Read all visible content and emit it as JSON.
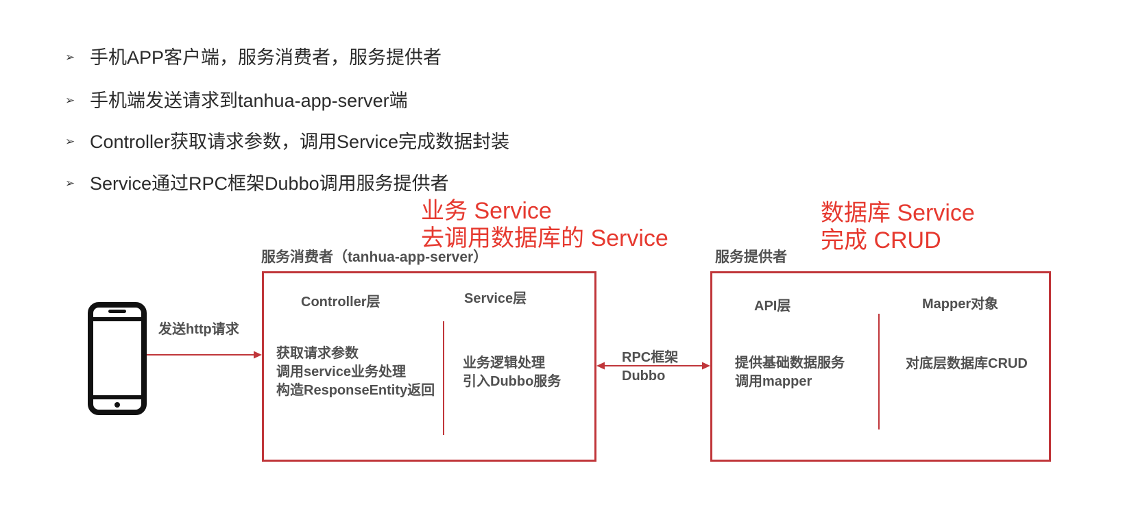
{
  "bullet_list": {
    "marker": "➢",
    "items": [
      "手机APP客户端，服务消费者，服务提供者",
      "手机端发送请求到tanhua-app-server端",
      "Controller获取请求参数，调用Service完成数据封装",
      "Service通过RPC框架Dubbo调用服务提供者"
    ]
  },
  "annotations": {
    "business_service": [
      "业务 Service",
      "去调用数据库的 Service"
    ],
    "database_service": [
      "数据库 Service",
      "完成 CRUD"
    ]
  },
  "client": {
    "icon": "mobile-phone-icon",
    "request_label": "发送http请求"
  },
  "consumer": {
    "title": "服务消费者（tanhua-app-server）",
    "controller_layer": {
      "heading": "Controller层",
      "lines": [
        "获取请求参数",
        "调用service业务处理",
        "构造ResponseEntity返回"
      ]
    },
    "service_layer": {
      "heading": "Service层",
      "lines": [
        "业务逻辑处理",
        "引入Dubbo服务"
      ]
    }
  },
  "rpc_link": {
    "lines": [
      "RPC框架",
      "Dubbo"
    ]
  },
  "provider": {
    "title": "服务提供者",
    "api_layer": {
      "heading": "API层",
      "lines": [
        "提供基础数据服务",
        "调用mapper"
      ]
    },
    "mapper_layer": {
      "heading": "Mapper对象",
      "lines": [
        "对底层数据库CRUD"
      ]
    }
  },
  "colors": {
    "annotation_red": "#e6392f",
    "box_red": "#c0363a",
    "label_gray": "#505050",
    "text_dark": "#2b2b2b"
  }
}
